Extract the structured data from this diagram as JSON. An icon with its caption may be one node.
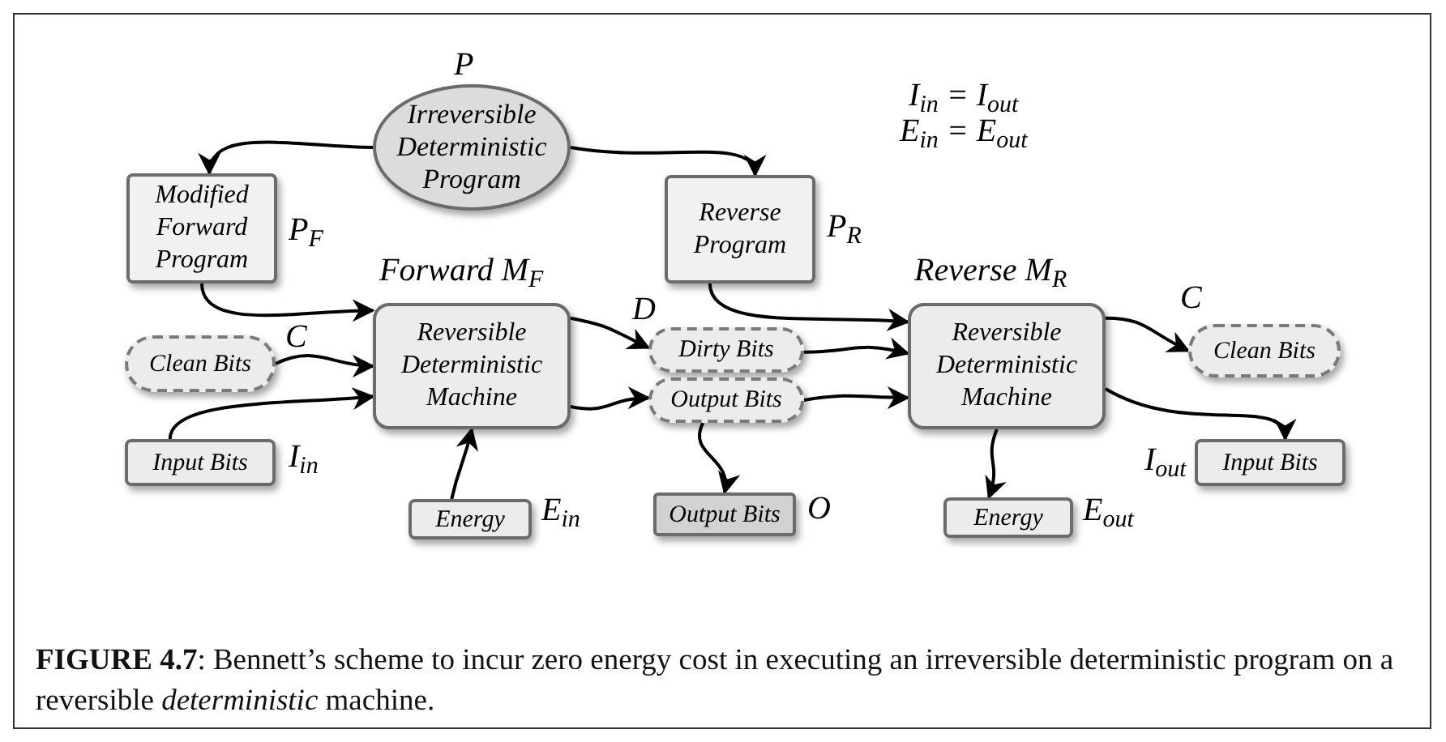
{
  "diagram": {
    "caption": "**FIGURE 4.7**: Bennett’s scheme to incur zero energy cost in executing an irreversible deterministic program on a reversible *deterministic* machine.",
    "nodes": [
      {
        "text": [
          "Irreversible Deterministic Program"
        ],
        "beside": [
          "P"
        ]
      },
      {
        "text": [
          "Modified Forward Program"
        ],
        "beside": [
          "P$_{F}$"
        ]
      },
      {
        "text": [
          "Reverse Program"
        ],
        "beside": [
          "P$_{R}$"
        ]
      },
      {
        "text": [
          "Reversible Deterministic Machine"
        ],
        "beside": [
          "Forward M$_{F}$"
        ]
      },
      {
        "text": [
          "Clean Bits"
        ],
        "beside": [
          "C"
        ]
      },
      {
        "text": [
          "Input Bits"
        ],
        "beside": [
          "I$_{in}$"
        ]
      },
      {
        "text": [
          "Energy"
        ],
        "beside": [
          "E$_{in}$"
        ]
      },
      {
        "text": [
          "Dirty Bits"
        ],
        "beside": [
          "D"
        ]
      },
      {
        "text": [
          "Output Bits"
        ]
      },
      {
        "text": [
          "Output Bits"
        ],
        "beside": [
          "O"
        ]
      },
      {
        "text": [
          "Reversible Deterministic Machine"
        ],
        "beside": [
          "Reverse M$_{R}$"
        ]
      },
      {
        "text": [
          "Clean Bits"
        ],
        "beside": [
          "C"
        ]
      },
      {
        "text": [
          "Input Bits"
        ],
        "beside": [
          "I$_{out}$"
        ]
      },
      {
        "text": [
          "Energy"
        ],
        "beside": [
          "E$_{out}$"
        ]
      }
    ],
    "edges": [
      {
        "from": 0,
        "to": 1,
        "arrow": "to"
      },
      {
        "from": 0,
        "to": 2,
        "arrow": "to"
      },
      {
        "from": 1,
        "to": 3,
        "arrow": "to"
      },
      {
        "from": 4,
        "to": 3,
        "arrow": "to"
      },
      {
        "from": 5,
        "to": 3,
        "arrow": "to"
      },
      {
        "from": 6,
        "to": 3,
        "arrow": "to"
      },
      {
        "from": 3,
        "to": 7,
        "arrow": "to"
      },
      {
        "from": 3,
        "to": 8,
        "arrow": "to"
      },
      {
        "from": 8,
        "to": 9,
        "arrow": "to"
      },
      {
        "from": 2,
        "to": 10,
        "arrow": "to"
      },
      {
        "from": 7,
        "to": 10,
        "arrow": "to"
      },
      {
        "from": 8,
        "to": 10,
        "arrow": "to"
      },
      {
        "from": 10,
        "to": 11,
        "arrow": "to"
      },
      {
        "from": 10,
        "to": 12,
        "arrow": "to"
      },
      {
        "from": 10,
        "to": 13,
        "arrow": "to"
      }
    ],
    "labels": [
      "I$_{in}$ = I$_{out}$",
      "E$_{in}$ = E$_{out}$"
    ]
  }
}
